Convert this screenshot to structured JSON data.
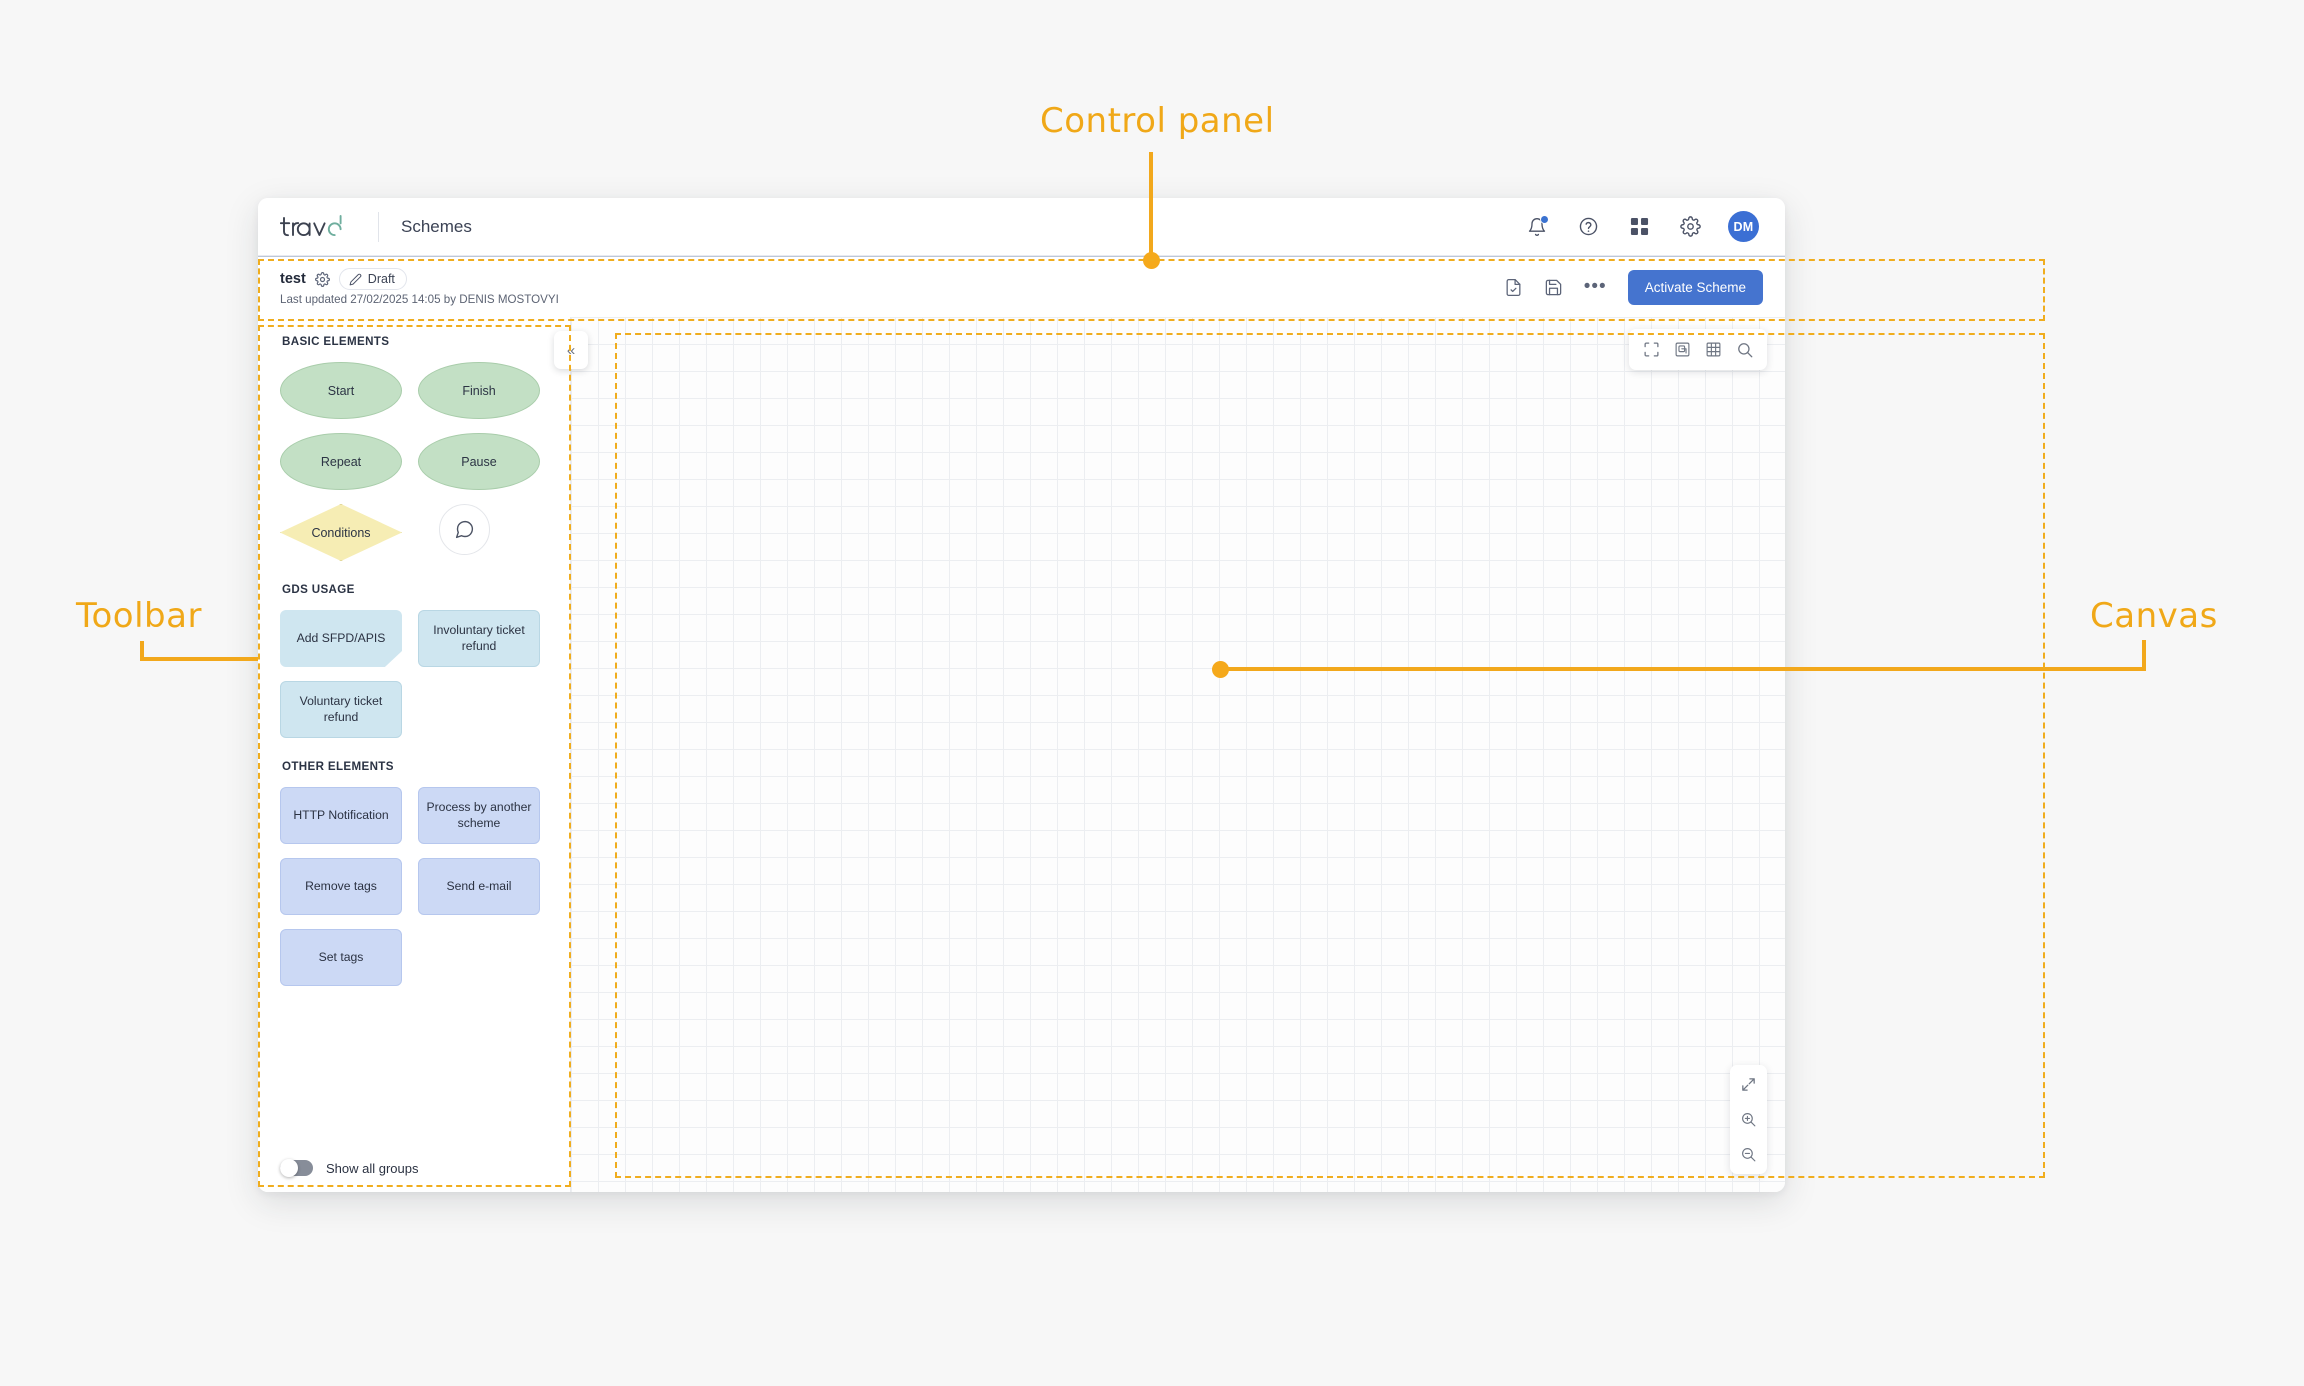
{
  "annotations": [
    {
      "id": "control-panel",
      "label": "Control panel"
    },
    {
      "id": "toolbar",
      "label": "Toolbar"
    },
    {
      "id": "canvas",
      "label": "Canvas"
    }
  ],
  "colors": {
    "annotation": "#f0a818",
    "accent_button": "#4574cf",
    "avatar": "#3b6fd4",
    "basic_element": "#c3e0c5",
    "conditions_element": "#f6edb4",
    "gds_element": "#cfe6f0",
    "other_element": "#ccd9f5"
  },
  "header": {
    "logo_text": "trava",
    "title": "Schemes",
    "icons": [
      {
        "name": "bell-icon",
        "badge": true
      },
      {
        "name": "help-icon",
        "badge": false
      },
      {
        "name": "apps-grid-icon",
        "badge": false
      },
      {
        "name": "settings-gear-icon",
        "badge": false
      }
    ],
    "avatar_initials": "DM"
  },
  "control_panel": {
    "scheme_name": "test",
    "status_label": "Draft",
    "last_updated": "Last updated 27/02/2025 14:05 by DENIS MOSTOVYI",
    "actions": [
      {
        "name": "validate-document-icon"
      },
      {
        "name": "save-icon"
      }
    ],
    "more_label": "•••",
    "activate_label": "Activate Scheme"
  },
  "toolbar": {
    "collapse_label": "«",
    "sections": [
      {
        "title": "BASIC ELEMENTS",
        "items": [
          {
            "label": "Start",
            "shape": "ellipse"
          },
          {
            "label": "Finish",
            "shape": "ellipse"
          },
          {
            "label": "Repeat",
            "shape": "ellipse"
          },
          {
            "label": "Pause",
            "shape": "ellipse"
          },
          {
            "label": "Conditions",
            "shape": "diamond"
          },
          {
            "label": "",
            "shape": "comment-circle"
          }
        ]
      },
      {
        "title": "GDS USAGE",
        "items": [
          {
            "label": "Add SFPD/APIS",
            "shape": "card-folded"
          },
          {
            "label": "Involuntary ticket refund",
            "shape": "card"
          },
          {
            "label": "Voluntary ticket refund",
            "shape": "card"
          }
        ]
      },
      {
        "title": "OTHER ELEMENTS",
        "items": [
          {
            "label": "HTTP Notification",
            "shape": "card"
          },
          {
            "label": "Process by another scheme",
            "shape": "card"
          },
          {
            "label": "Remove tags",
            "shape": "card"
          },
          {
            "label": "Send e-mail",
            "shape": "card"
          },
          {
            "label": "Set tags",
            "shape": "card"
          }
        ]
      }
    ],
    "show_all_groups_label": "Show all groups",
    "show_all_groups_on": false
  },
  "canvas": {
    "top_tools": [
      {
        "name": "fit-screen-icon"
      },
      {
        "name": "duplicate-layers-icon"
      },
      {
        "name": "grid-toggle-icon"
      },
      {
        "name": "search-icon"
      }
    ],
    "zoom_tools": [
      {
        "name": "expand-arrows-icon"
      },
      {
        "name": "zoom-in-icon"
      },
      {
        "name": "zoom-out-icon"
      }
    ]
  }
}
